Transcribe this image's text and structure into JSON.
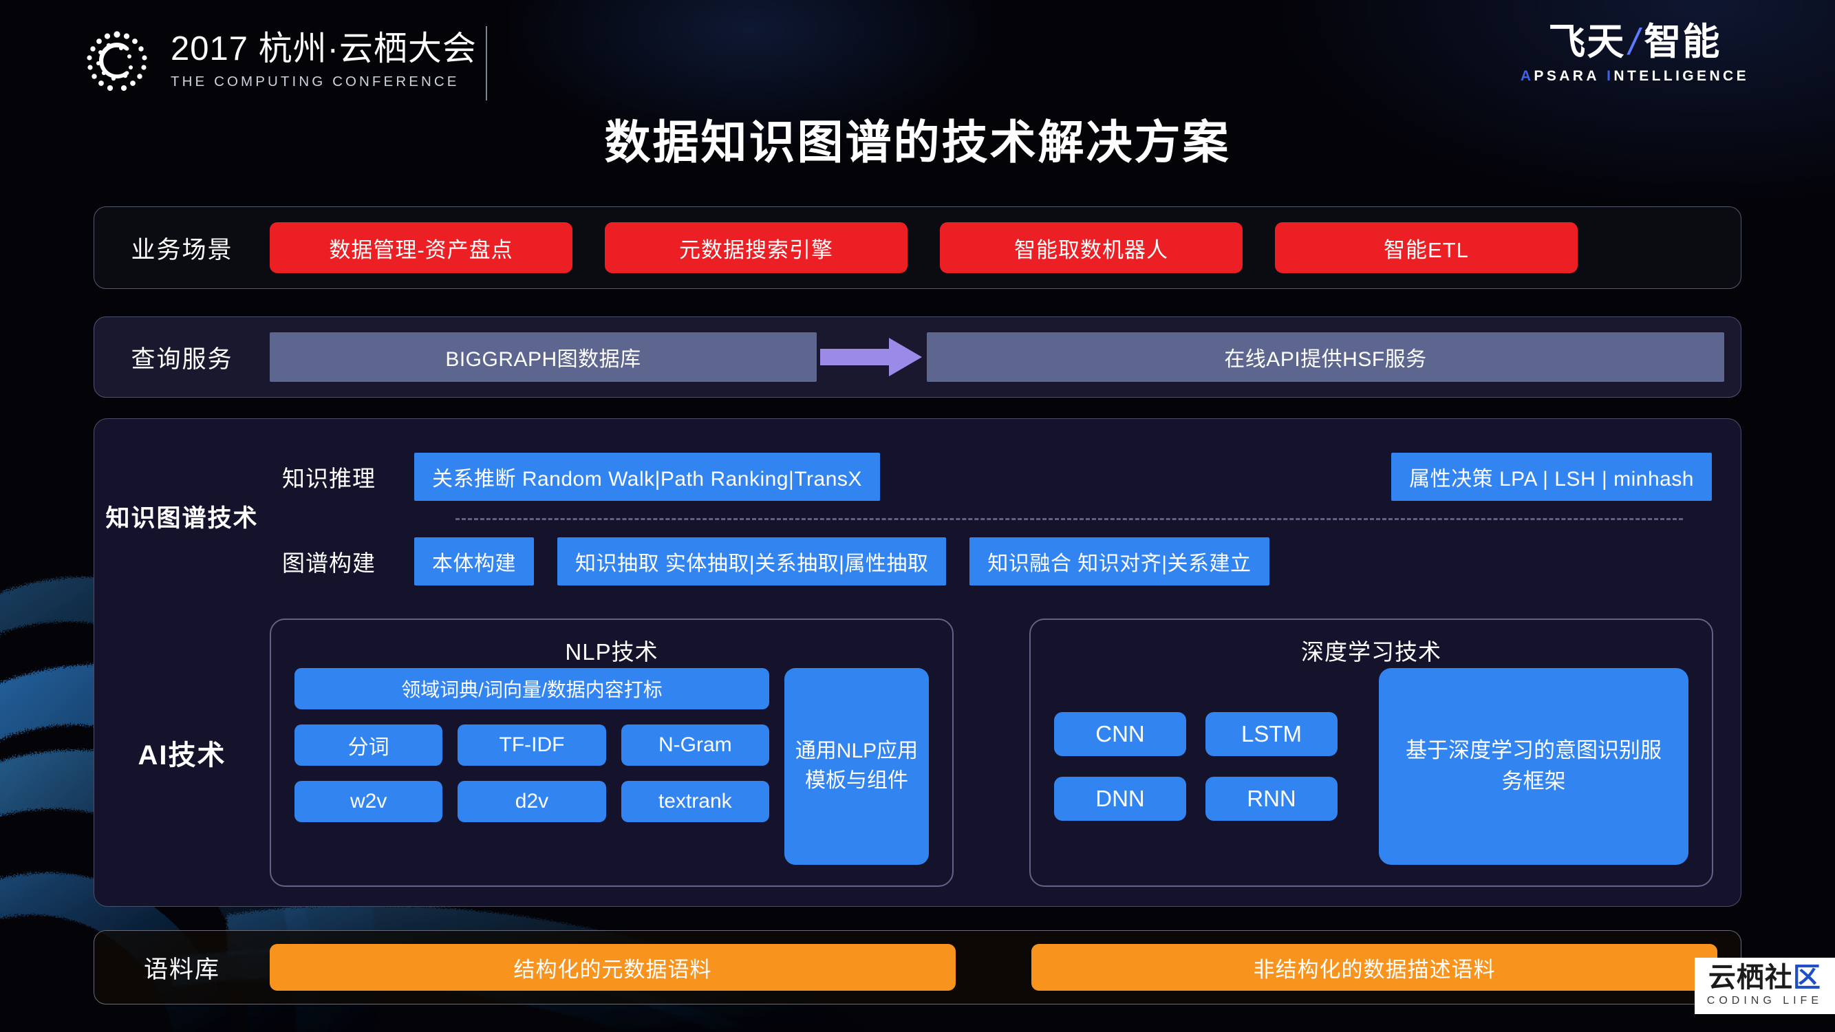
{
  "header": {
    "logo_year": "2017",
    "logo_title": "2017 杭州·云栖大会",
    "logo_subtitle": "THE COMPUTING CONFERENCE",
    "brand_cn_left": "飞天",
    "brand_slash": "/",
    "brand_cn_right": "智能",
    "brand_en_a": "A",
    "brand_en_psara": "PSARA",
    "brand_en_i": "I",
    "brand_en_ntelligence": "NTELLIGENCE"
  },
  "page_title": "数据知识图谱的技术解决方案",
  "rows": {
    "scenarios": {
      "label": "业务场景",
      "items": [
        "数据管理-资产盘点",
        "元数据搜索引擎",
        "智能取数机器人",
        "智能ETL"
      ]
    },
    "query_service": {
      "label": "查询服务",
      "graph_db": "BIGGRAPH图数据库",
      "arrow": "arrow-right-icon",
      "api_service": "在线API提供HSF服务"
    },
    "kg_tech": {
      "label_line1": "知识图谱",
      "label_line2": "技术",
      "reasoning": {
        "row_label": "知识推理",
        "box1": "关系推断      Random Walk|Path Ranking|TransX",
        "box2": "属性决策        LPA | LSH | minhash"
      },
      "construction": {
        "row_label": "图谱构建",
        "box1": "本体构建",
        "box2": "知识抽取     实体抽取|关系抽取|属性抽取",
        "box3": "知识融合      知识对齐|关系建立"
      }
    },
    "ai_tech": {
      "label": "AI技术",
      "nlp": {
        "title": "NLP技术",
        "wide_item": "领域词典/词向量/数据内容打标",
        "chips_row1": [
          "分词",
          "TF-IDF",
          "N-Gram"
        ],
        "chips_row2": [
          "w2v",
          "d2v",
          "textrank"
        ],
        "tall_item": "通用NLP应用模板与组件"
      },
      "deep_learning": {
        "title": "深度学习技术",
        "chips_col1": [
          "CNN",
          "DNN"
        ],
        "chips_col2": [
          "LSTM",
          "RNN"
        ],
        "tall_item": "基于深度学习的意图识别服务框架"
      }
    },
    "corpus": {
      "label": "语料库",
      "items": [
        "结构化的元数据语料",
        "非结构化的数据描述语料"
      ]
    }
  },
  "watermark": {
    "cn_part1": "云栖社",
    "cn_part2": "区",
    "en": "CODING LIFE"
  },
  "colors": {
    "background": "#030308",
    "red_pill": "#ec2024",
    "blue_box": "#3284f0",
    "slate_box": "#5d668f",
    "orange_pill": "#f8941d",
    "purple_arrow": "#9b8ae8",
    "panel_bg": "#15132b",
    "border": "#5b5f7a"
  }
}
